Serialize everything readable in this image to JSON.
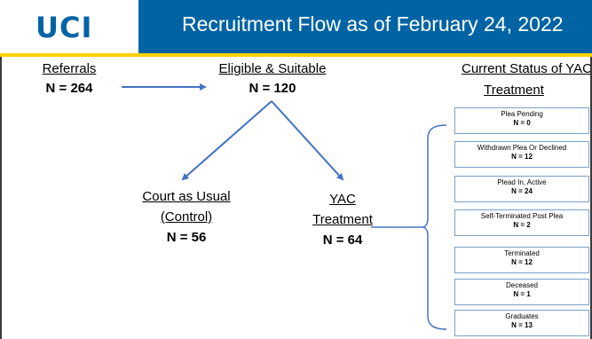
{
  "header": {
    "logo_text": "UCI",
    "title": "Recruitment Flow as of February 24, 2022",
    "colors": {
      "brand_blue": "#0064A4",
      "gold": "#FFD200",
      "arrow_blue": "#4472C4"
    }
  },
  "flow": {
    "referrals": {
      "label": "Referrals",
      "n": "N = 264"
    },
    "eligible": {
      "label": "Eligible & Suitable",
      "n": "N = 120"
    },
    "control": {
      "label_line1": "Court as Usual",
      "label_line2": "(Control)",
      "n": "N = 56"
    },
    "treatment": {
      "label_line1": "YAC",
      "label_line2": "Treatment",
      "n": "N = 64"
    }
  },
  "status_panel": {
    "heading_line1": "Current Status of YAC",
    "heading_line2": "Treatment",
    "items": [
      {
        "label": "Plea Pending",
        "n": "N = 0"
      },
      {
        "label": "Withdrawn Plea Or Declined",
        "n": "N = 12"
      },
      {
        "label": "Plead In, Active",
        "n": "N = 24"
      },
      {
        "label": "Self-Terminated Post Plea",
        "n": "N = 2"
      },
      {
        "label": "Terminated",
        "n": "N = 12"
      },
      {
        "label": "Deceased",
        "n": "N = 1"
      },
      {
        "label": "Graduates",
        "n": "N = 13"
      }
    ]
  }
}
